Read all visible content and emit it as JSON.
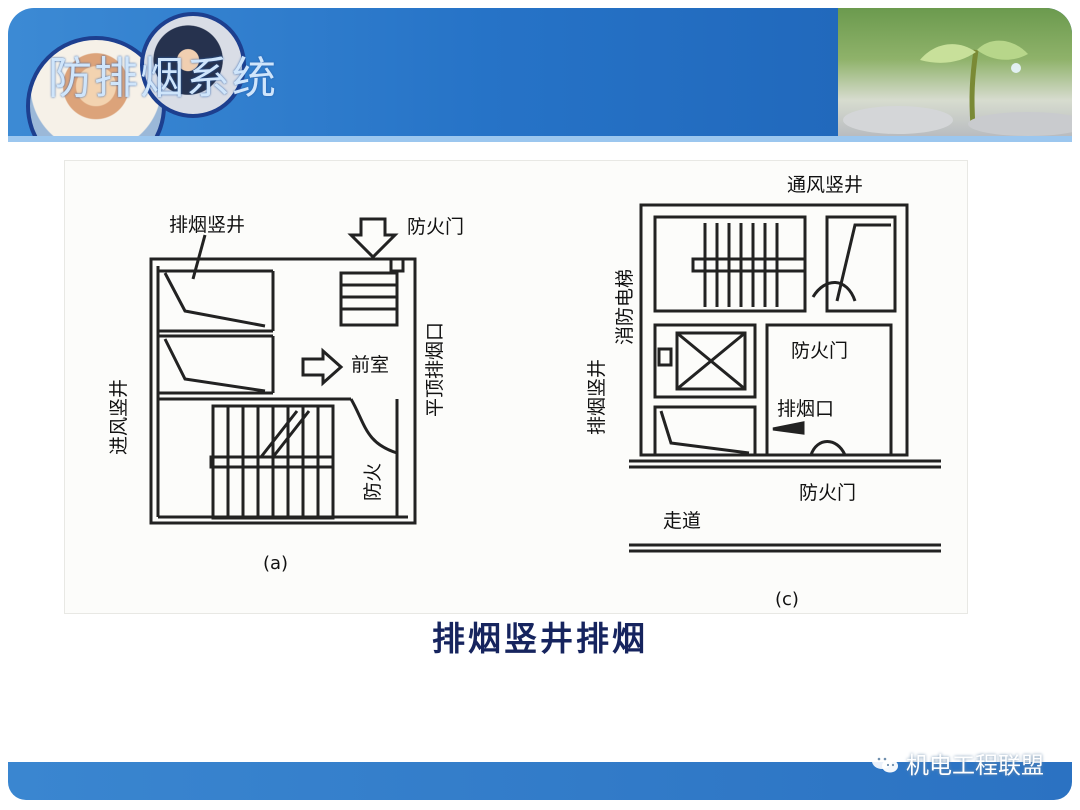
{
  "slide": {
    "title": "防排烟系统",
    "caption": "排烟竖井排烟",
    "watermark": "机电工程联盟",
    "watermark_icon": "wechat-icon"
  },
  "diagram_a": {
    "label": "(a)",
    "shaft_smoke": "排烟竖井",
    "fire_door": "防火门",
    "anteroom": "前室",
    "intake_shaft": "进风竖井",
    "roof_outlet": "平顶排烟口",
    "fire_side": "防火"
  },
  "diagram_c": {
    "label": "(c)",
    "vent_shaft": "通风竖井",
    "fire_elevator": "消防电梯",
    "fire_door_1": "防火门",
    "smoke_shaft": "排烟竖井",
    "smoke_outlet": "排烟口",
    "fire_door_2": "防火门",
    "corridor": "走道"
  }
}
